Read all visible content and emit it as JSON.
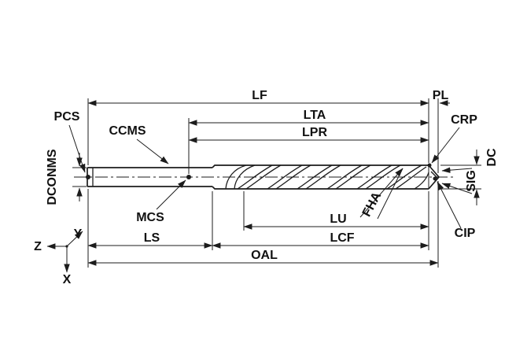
{
  "labels": {
    "lf": "LF",
    "pl": "PL",
    "lta": "LTA",
    "lpr": "LPR",
    "pcs": "PCS",
    "ccms": "CCMS",
    "dconms": "DCONMS",
    "mcs": "MCS",
    "crp": "CRP",
    "dc": "DC",
    "sig": "SIG",
    "cip": "CIP",
    "fha": "FHA",
    "lu": "LU",
    "lcf": "LCF",
    "ls": "LS",
    "oal": "OAL"
  },
  "axes": {
    "x": "X",
    "y": "Y",
    "z": "Z"
  },
  "colors": {
    "line": "#1c1c1c",
    "text": "#111111",
    "background": "#ffffff"
  }
}
